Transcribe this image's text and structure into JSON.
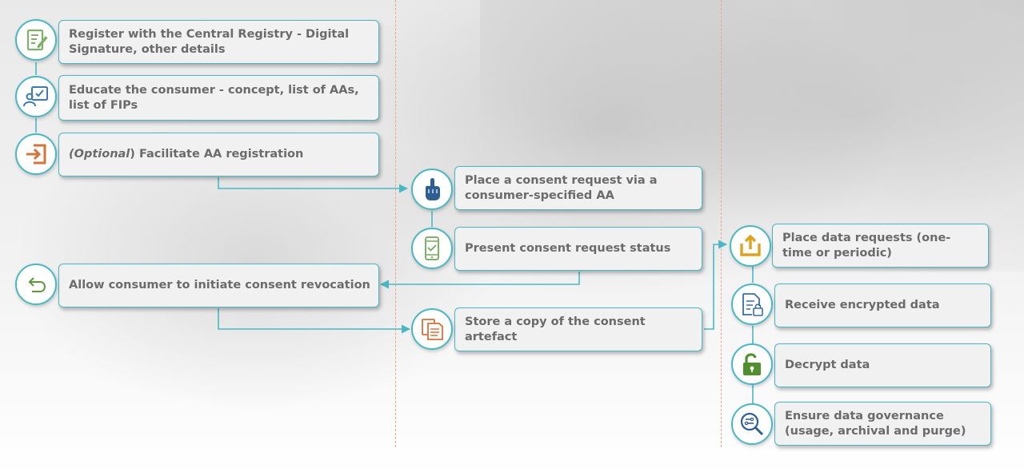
{
  "colors": {
    "accent": "#4ab8c4",
    "divider": "#f0a38f",
    "text": "#6b6b6b",
    "box_bg": "#f1f1f1"
  },
  "steps": {
    "register": {
      "text": "Register with the Central Registry - Digital Signature, other details",
      "icon": "document-edit-icon"
    },
    "educate": {
      "text": "Educate the consumer - concept, list of AAs, list of FIPs",
      "icon": "presentation-user-icon"
    },
    "facilitate": {
      "optional": "(Optional",
      "text": ") Facilitate AA registration",
      "icon": "sign-in-icon"
    },
    "revocation": {
      "text": "Allow consumer to initiate consent revocation",
      "icon": "undo-arrow-icon"
    },
    "place_consent": {
      "text": "Place a consent request via a consumer-specified AA",
      "icon": "pointing-hand-icon"
    },
    "present_status": {
      "text": "Present consent request status",
      "icon": "mobile-check-icon"
    },
    "store_copy": {
      "text": "Store a copy of the consent artefact",
      "icon": "document-copy-icon"
    },
    "place_data": {
      "text": "Place data requests (one-time or periodic)",
      "icon": "upload-icon"
    },
    "receive": {
      "text": "Receive encrypted data",
      "icon": "encrypted-document-icon"
    },
    "decrypt": {
      "text": "Decrypt data",
      "icon": "unlocked-padlock-icon"
    },
    "governance": {
      "text": "Ensure data governance (usage, archival and purge)",
      "icon": "data-search-icon"
    }
  }
}
